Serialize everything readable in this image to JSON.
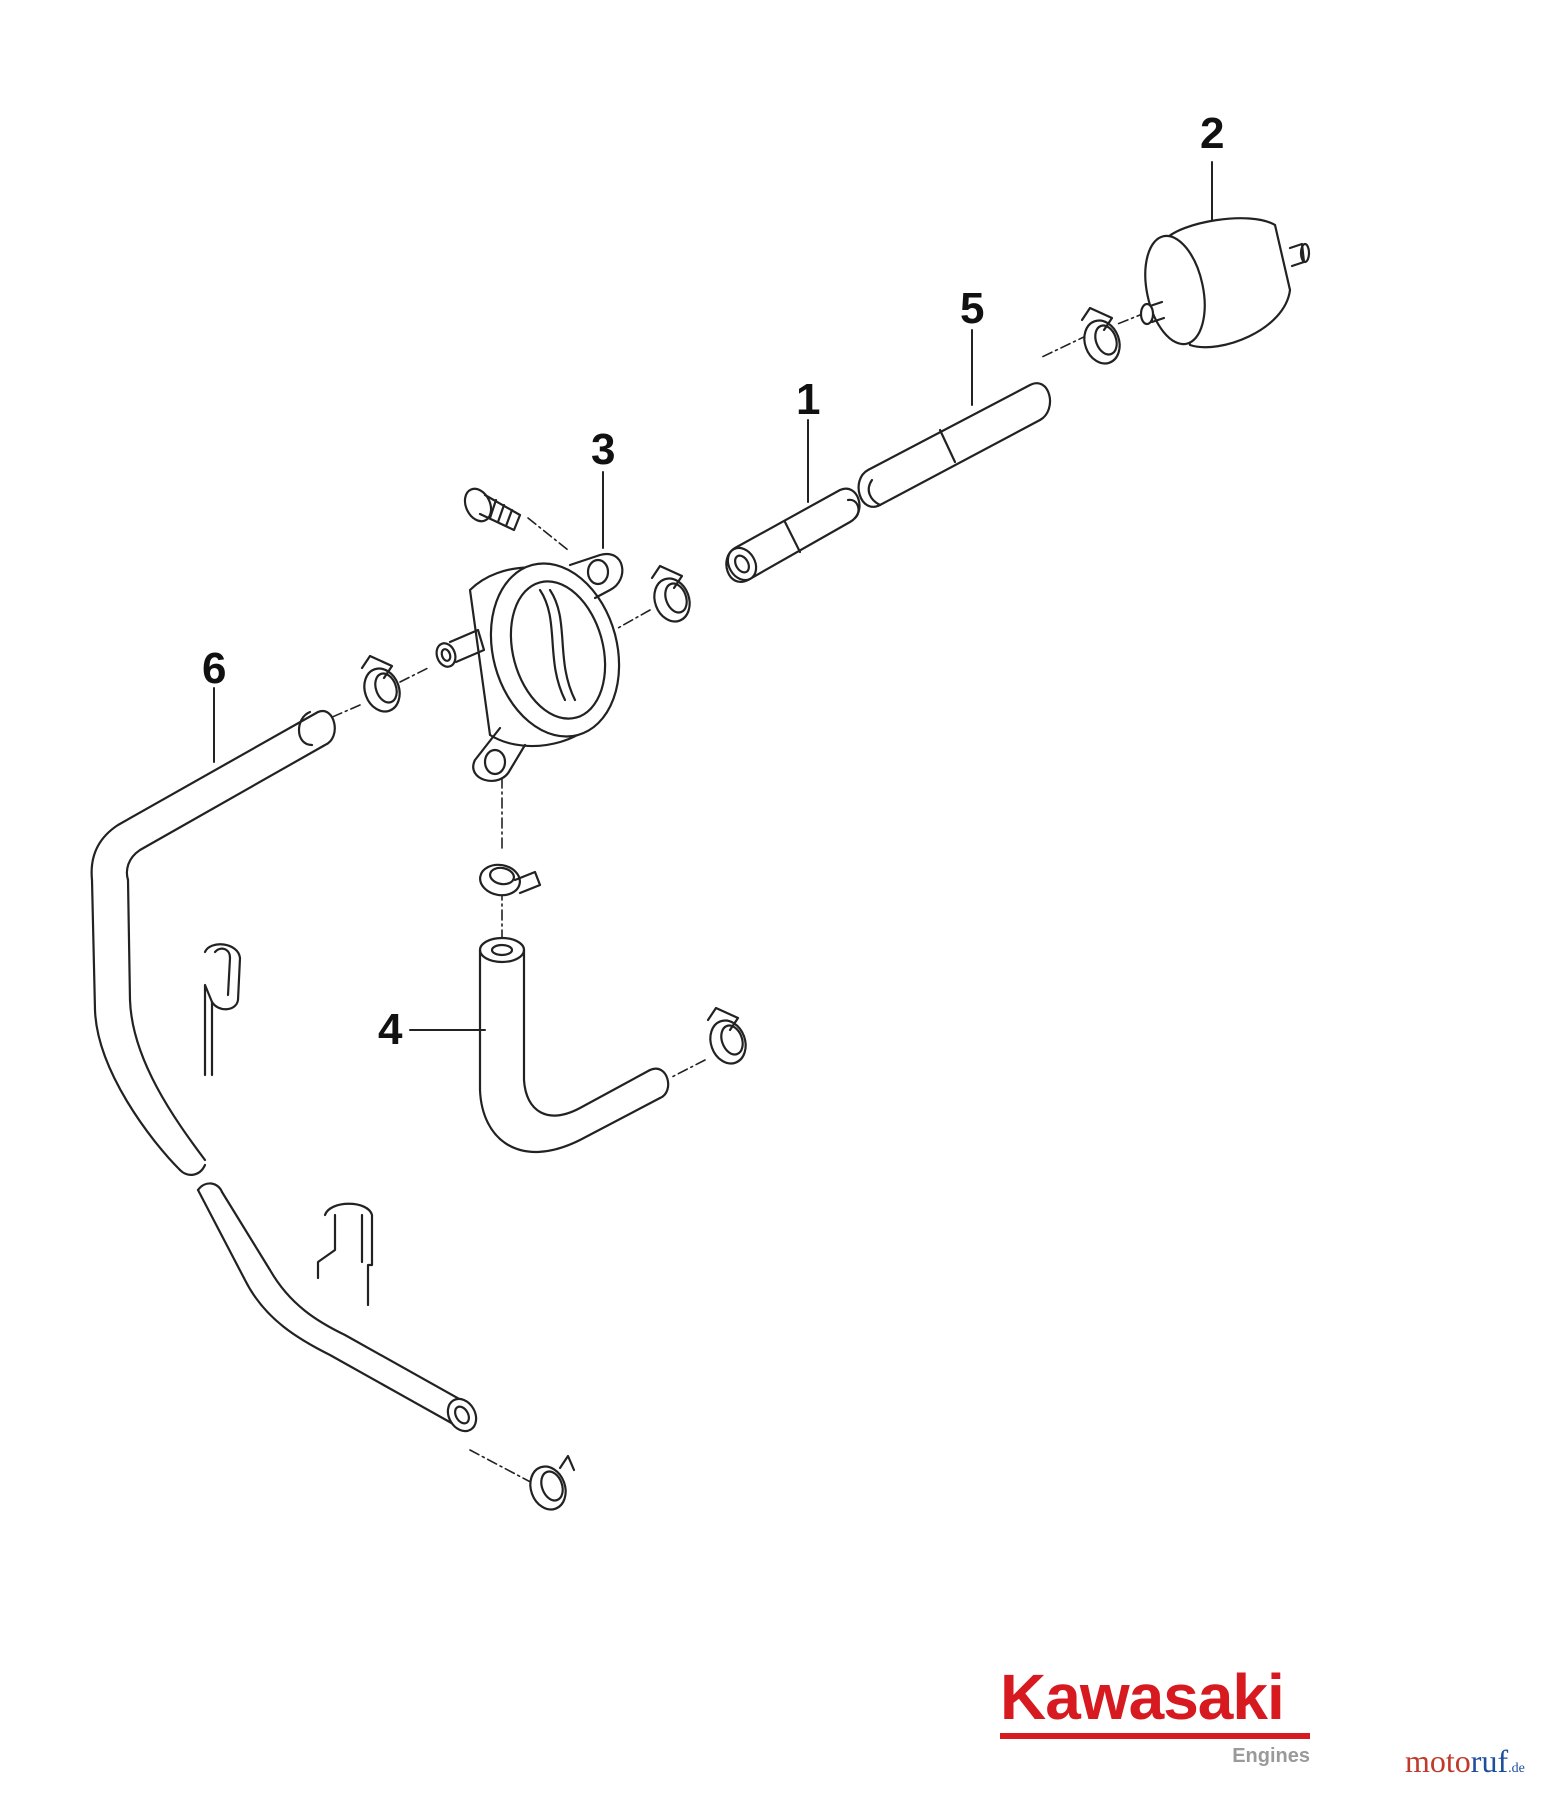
{
  "callouts": {
    "c1": "1",
    "c2": "2",
    "c3": "3",
    "c4": "4",
    "c5": "5",
    "c6": "6"
  },
  "brand": {
    "name": "Kawasaki",
    "subtitle": "Engines",
    "color": "#d71920"
  },
  "watermark": {
    "part1": "moto",
    "part2": "ruf",
    "tld": ".de",
    "color1": "#c0392b",
    "color2": "#1f4e9c"
  },
  "colors": {
    "line": "#222222",
    "fill": "#ffffff",
    "shade": "#eeeeee"
  }
}
